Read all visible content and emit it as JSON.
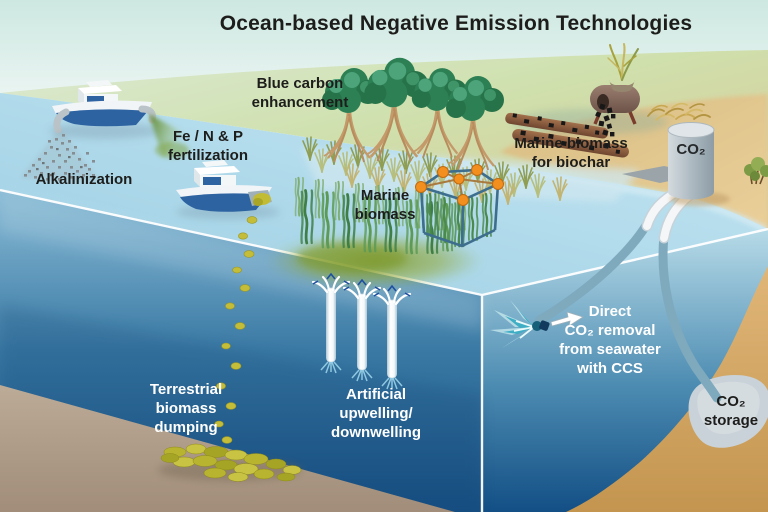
{
  "title": "Ocean-based Negative Emission Technologies",
  "labels": {
    "alkalinization": "Alkalinization",
    "fertilization": "Fe / N & P\nfertilization",
    "blue_carbon": "Blue carbon\nenhancement",
    "marine_biomass": "Marine\nbiomass",
    "biochar": "Marine biomass\nfor biochar",
    "co2_tank": "CO₂",
    "terrestrial_dumping": "Terrestrial\nbiomass\ndumping",
    "upwelling": "Artificial\nupwelling/\ndownwelling",
    "direct_removal": "Direct\nCO₂ removal\nfrom seawater\nwith CCS",
    "co2_storage": "CO₂\nstorage"
  },
  "palette": {
    "sky": "#cfe7e0",
    "land_green": "#d2e2b4",
    "sand": "#e6c98f",
    "sea_surface": "#a6d7e9",
    "sea_front_deep": "#1c5c92",
    "sea_right_deep": "#134f85",
    "sediment_left": "#b5a28e",
    "sediment_right": "#d9ad6c",
    "bloom_green": "#8fae2e",
    "biomass_yellow": "#c3bd39",
    "biochar_black": "#181818",
    "buoy_orange": "#f28f1e",
    "pipe_white": "#f4f6f7",
    "pipe_underwater": "#7fa9bd",
    "splash_teal": "#3fadc4",
    "storage_gray": "#c9d2d8",
    "ship_blue": "#2e63a2",
    "text_dark": "#1d1d1b",
    "text_light": "#ffffff"
  }
}
